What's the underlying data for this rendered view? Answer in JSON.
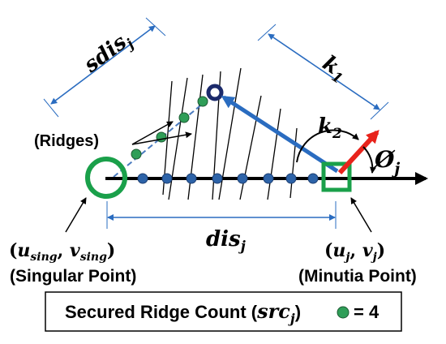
{
  "labels": {
    "sdis_main": "sdis",
    "sdis_sub": "j",
    "k1_main": "k",
    "k1_sub": "1",
    "k2_main": "k",
    "k2_sub": "2",
    "phi_main": "Ø",
    "phi_sub": "j",
    "ridges": "(Ridges)",
    "dis_main": "dis",
    "dis_sub": "j",
    "sing_open": "(",
    "sing_u": "u",
    "sing_u_sub": "sing",
    "sing_comma": ", ",
    "sing_v": "v",
    "sing_v_sub": "sing",
    "sing_close": ")",
    "singular_point": "(Singular Point)",
    "min_open": "(",
    "min_u": "u",
    "min_u_sub": "j",
    "min_comma": ", ",
    "min_v": "v",
    "min_v_sub": "j",
    "min_close": ")",
    "minutia_point": "(Minutia Point)"
  },
  "legend": {
    "text": "Secured Ridge Count (",
    "src_main": "src",
    "src_sub": "j",
    "close": ")",
    "equals": "= 4"
  },
  "colors": {
    "green": "#1aa04a",
    "green_dot": "#2f9e58",
    "blue_dot": "#2d63a8",
    "blue_line": "#2a6cc0",
    "red": "#e8231b",
    "navy": "#1b2a6b",
    "black": "#000000"
  }
}
